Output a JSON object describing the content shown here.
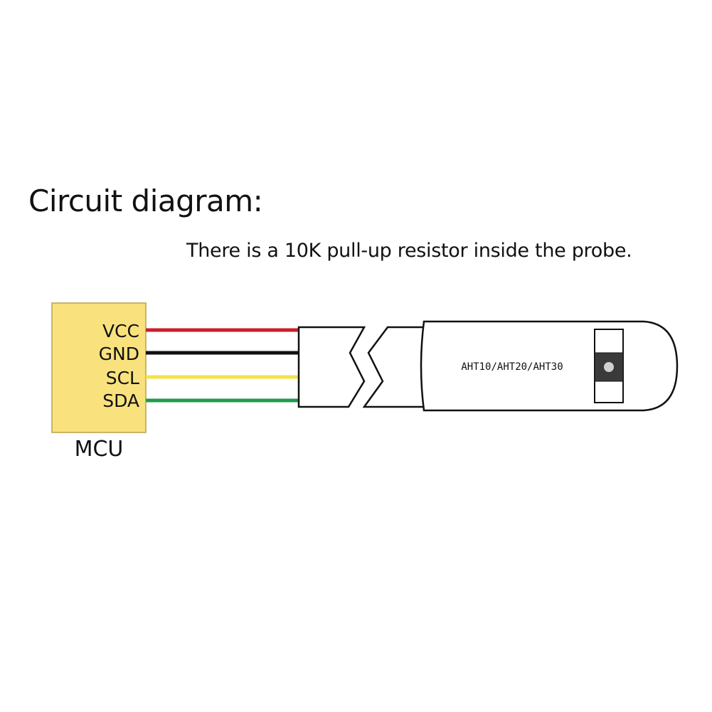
{
  "title": "Circuit diagram:",
  "note": "There is a 10K pull-up resistor inside the probe.",
  "mcu": {
    "label": "MCU",
    "fill_color": "#f9e27d",
    "border_color": "#b8a24a"
  },
  "pins": [
    {
      "label": "VCC",
      "wire_color": "#c8202a"
    },
    {
      "label": "GND",
      "wire_color": "#111111"
    },
    {
      "label": "SCL",
      "wire_color": "#f3e24a"
    },
    {
      "label": "SDA",
      "wire_color": "#1f9a4a"
    }
  ],
  "probe": {
    "model_label": "AHT10/AHT20/AHT30"
  }
}
